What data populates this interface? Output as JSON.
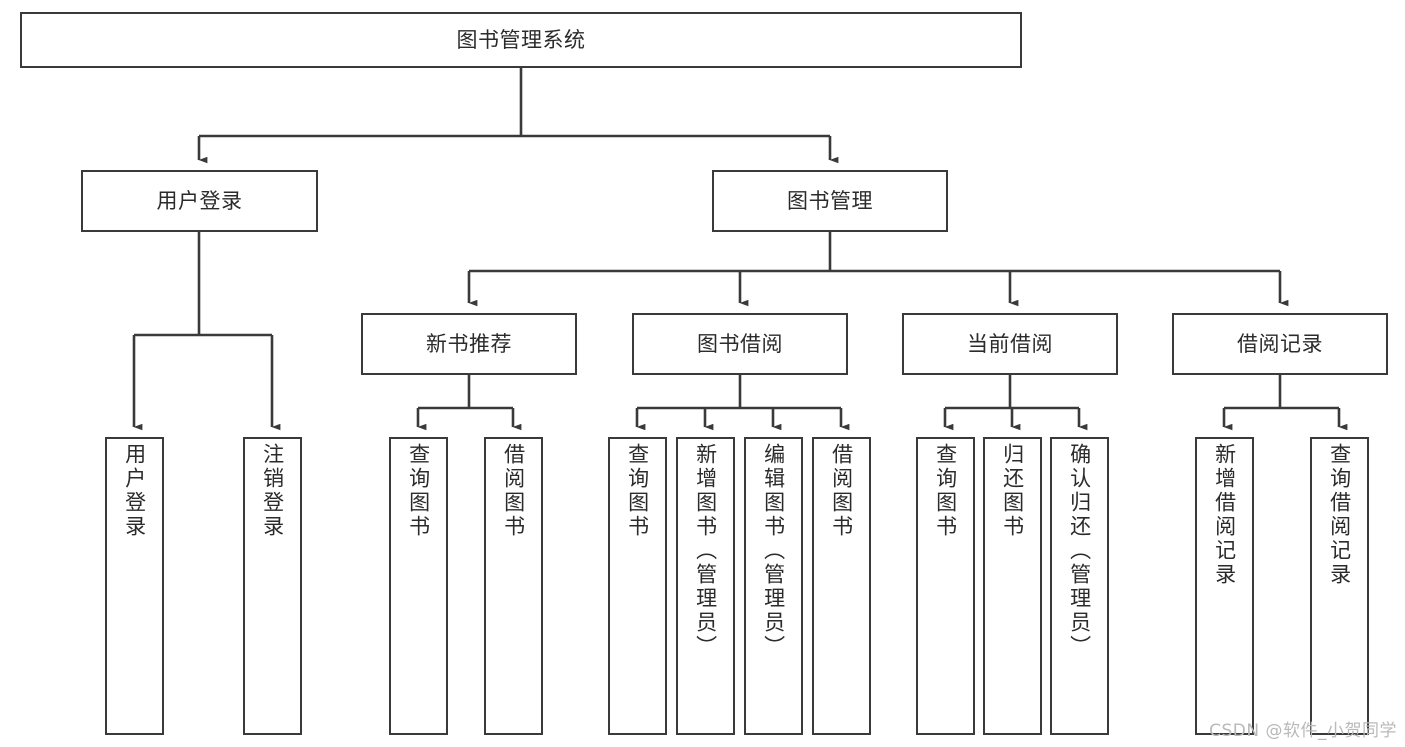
{
  "diagram": {
    "title": "图书管理系统",
    "type": "hierarchy-tree",
    "watermark": "CSDN @软件_小贺同学",
    "colors": {
      "box_border": "#3a3a3a",
      "box_fill": "#ffffff",
      "connector": "#3a3a3a",
      "text": "#2b2b2b",
      "watermark": "#b9b9b9",
      "background": "#ffffff"
    },
    "levels": [
      {
        "level": 0,
        "nodes": [
          {
            "id": "root",
            "label": "图书管理系统",
            "orientation": "horizontal"
          }
        ]
      },
      {
        "level": 1,
        "nodes": [
          {
            "id": "user-login",
            "label": "用户登录",
            "orientation": "horizontal",
            "parent": "root"
          },
          {
            "id": "book-manage",
            "label": "图书管理",
            "orientation": "horizontal",
            "parent": "root"
          }
        ]
      },
      {
        "level": 2,
        "nodes": [
          {
            "id": "new-book-rec",
            "label": "新书推荐",
            "orientation": "horizontal",
            "parent": "book-manage"
          },
          {
            "id": "book-borrow",
            "label": "图书借阅",
            "orientation": "horizontal",
            "parent": "book-manage"
          },
          {
            "id": "current-borrow",
            "label": "当前借阅",
            "orientation": "horizontal",
            "parent": "book-manage"
          },
          {
            "id": "borrow-record",
            "label": "借阅记录",
            "orientation": "horizontal",
            "parent": "book-manage"
          }
        ]
      },
      {
        "level": 3,
        "nodes": [
          {
            "id": "leaf-user-login",
            "label": "用户登录",
            "orientation": "vertical",
            "parent": "user-login"
          },
          {
            "id": "leaf-logout",
            "label": "注销登录",
            "orientation": "vertical",
            "parent": "user-login"
          },
          {
            "id": "leaf-query-book-1",
            "label": "查询图书",
            "orientation": "vertical",
            "parent": "new-book-rec"
          },
          {
            "id": "leaf-borrow-book-1",
            "label": "借阅图书",
            "orientation": "vertical",
            "parent": "new-book-rec"
          },
          {
            "id": "leaf-query-book-2",
            "label": "查询图书",
            "orientation": "vertical",
            "parent": "book-borrow"
          },
          {
            "id": "leaf-add-book",
            "label": "新增图书（管理员）",
            "orientation": "vertical",
            "parent": "book-borrow"
          },
          {
            "id": "leaf-edit-book",
            "label": "编辑图书（管理员）",
            "orientation": "vertical",
            "parent": "book-borrow"
          },
          {
            "id": "leaf-borrow-book-2",
            "label": "借阅图书",
            "orientation": "vertical",
            "parent": "book-borrow"
          },
          {
            "id": "leaf-query-book-3",
            "label": "查询图书",
            "orientation": "vertical",
            "parent": "current-borrow"
          },
          {
            "id": "leaf-return-book",
            "label": "归还图书",
            "orientation": "vertical",
            "parent": "current-borrow"
          },
          {
            "id": "leaf-confirm-return",
            "label": "确认归还（管理员）",
            "orientation": "vertical",
            "parent": "current-borrow"
          },
          {
            "id": "leaf-add-record",
            "label": "新增借阅记录",
            "orientation": "vertical",
            "parent": "borrow-record"
          },
          {
            "id": "leaf-query-record",
            "label": "查询借阅记录",
            "orientation": "vertical",
            "parent": "borrow-record"
          }
        ]
      }
    ]
  }
}
